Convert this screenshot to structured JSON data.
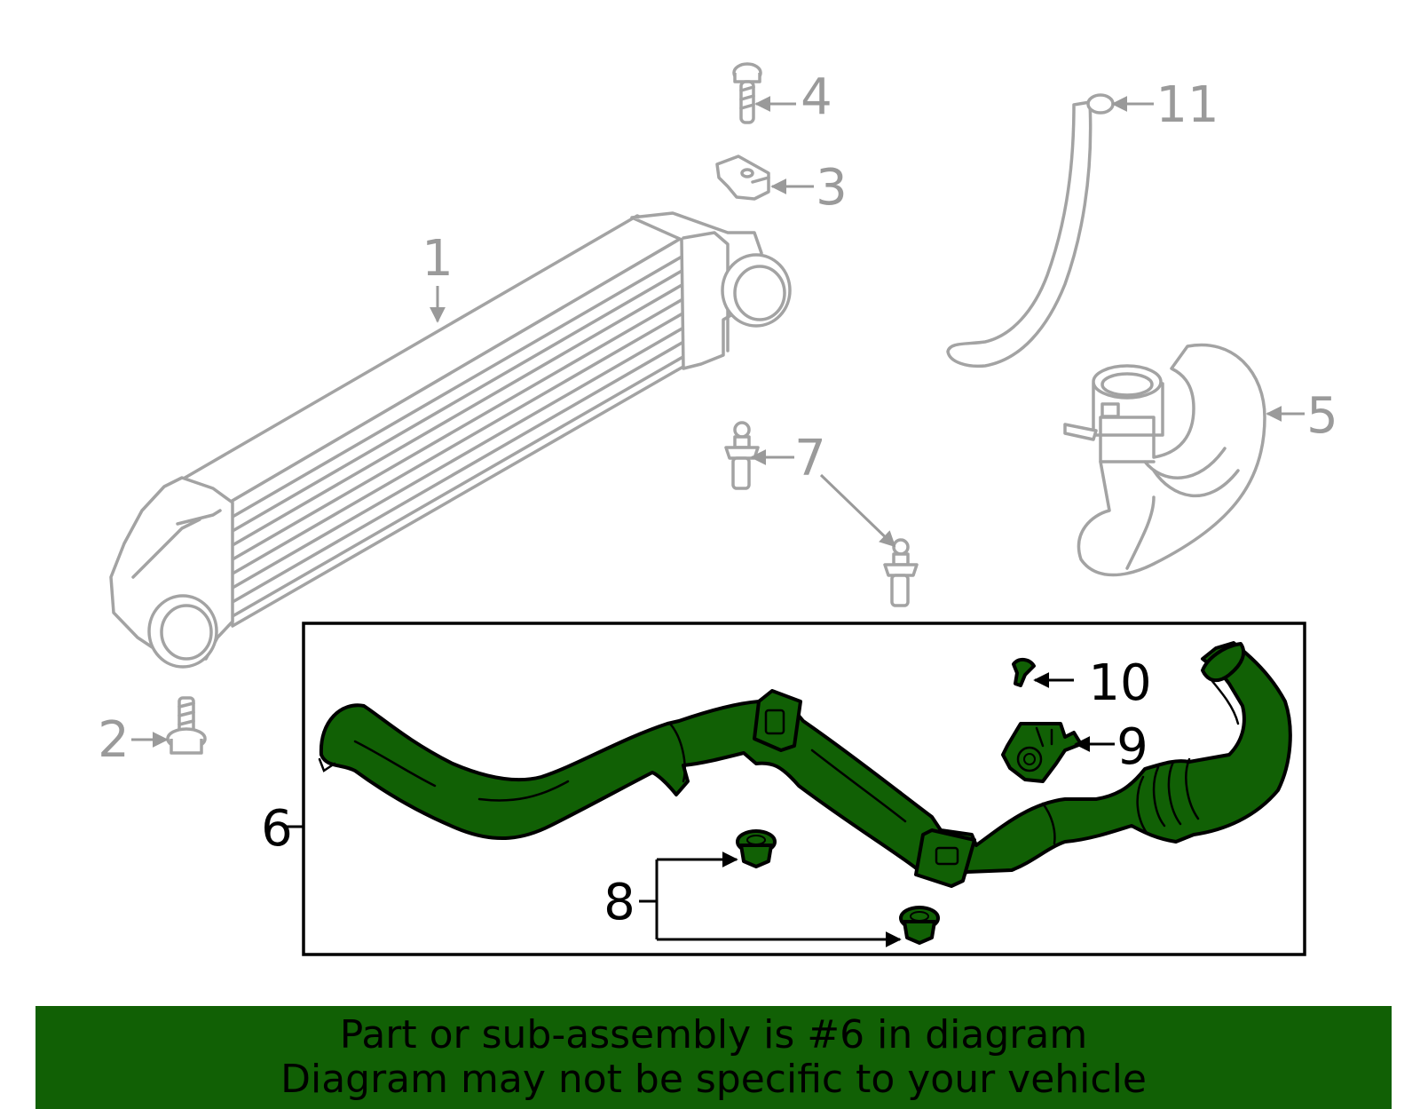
{
  "colors": {
    "highlight": "#116005",
    "ghost": "#a3a3a3",
    "outline": "#000000",
    "background": "#ffffff"
  },
  "callouts": {
    "c1": "1",
    "c2": "2",
    "c3": "3",
    "c4": "4",
    "c5": "5",
    "c6": "6",
    "c7": "7",
    "c8": "8",
    "c9": "9",
    "c10": "10",
    "c11": "11"
  },
  "highlighted_part": "6",
  "banner": {
    "line1": "Part or sub-assembly is #6 in diagram",
    "line2": "Diagram may not be specific to your vehicle"
  }
}
